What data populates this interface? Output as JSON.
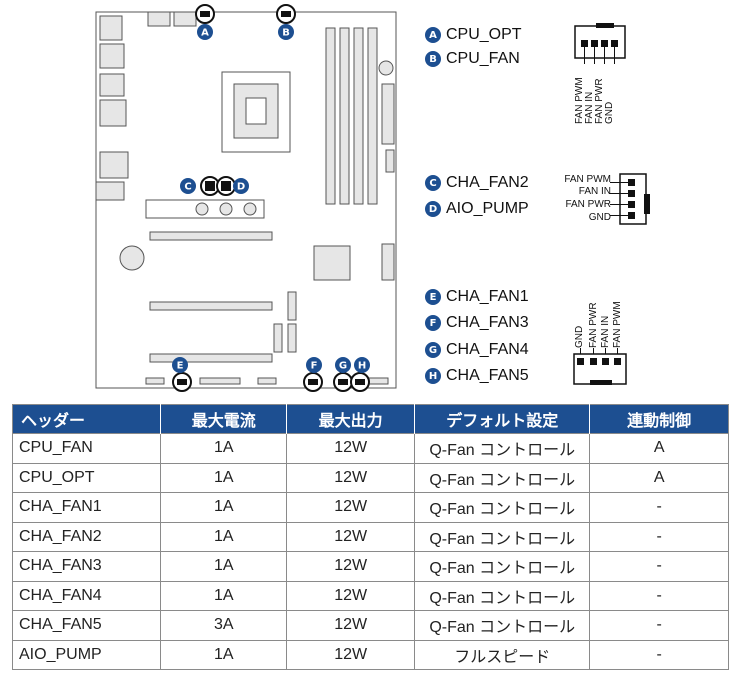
{
  "board": {
    "markers": [
      {
        "letter": "A",
        "connector": "CPU_OPT"
      },
      {
        "letter": "B",
        "connector": "CPU_FAN"
      },
      {
        "letter": "C",
        "connector": "CHA_FAN2"
      },
      {
        "letter": "D",
        "connector": "AIO_PUMP"
      },
      {
        "letter": "E",
        "connector": "CHA_FAN1"
      },
      {
        "letter": "F",
        "connector": "CHA_FAN3"
      },
      {
        "letter": "G",
        "connector": "CHA_FAN4"
      },
      {
        "letter": "H",
        "connector": "CHA_FAN5"
      }
    ]
  },
  "legend": {
    "group1": [
      {
        "letter": "A",
        "label": "CPU_OPT"
      },
      {
        "letter": "B",
        "label": "CPU_FAN"
      }
    ],
    "group2": [
      {
        "letter": "C",
        "label": "CHA_FAN2"
      },
      {
        "letter": "D",
        "label": "AIO_PUMP"
      }
    ],
    "group3": [
      {
        "letter": "E",
        "label": "CHA_FAN1"
      },
      {
        "letter": "F",
        "label": "CHA_FAN3"
      },
      {
        "letter": "G",
        "label": "CHA_FAN4"
      },
      {
        "letter": "H",
        "label": "CHA_FAN5"
      }
    ]
  },
  "pinouts": {
    "vertical_top": [
      "FAN PWM",
      "FAN IN",
      "FAN PWR",
      "GND"
    ],
    "horizontal": [
      "FAN PWM",
      "FAN IN",
      "FAN PWR",
      "GND"
    ],
    "vertical_bottom": [
      "GND",
      "FAN PWR",
      "FAN IN",
      "FAN PWM"
    ]
  },
  "table": {
    "headers": [
      "ヘッダー",
      "最大電流",
      "最大出力",
      "デフォルト設定",
      "連動制御"
    ],
    "rows": [
      [
        "CPU_FAN",
        "1A",
        "12W",
        "Q-Fan コントロール",
        "A"
      ],
      [
        "CPU_OPT",
        "1A",
        "12W",
        "Q-Fan コントロール",
        "A"
      ],
      [
        "CHA_FAN1",
        "1A",
        "12W",
        "Q-Fan コントロール",
        "-"
      ],
      [
        "CHA_FAN2",
        "1A",
        "12W",
        "Q-Fan コントロール",
        "-"
      ],
      [
        "CHA_FAN3",
        "1A",
        "12W",
        "Q-Fan コントロール",
        "-"
      ],
      [
        "CHA_FAN4",
        "1A",
        "12W",
        "Q-Fan コントロール",
        "-"
      ],
      [
        "CHA_FAN5",
        "3A",
        "12W",
        "Q-Fan コントロール",
        "-"
      ],
      [
        "AIO_PUMP",
        "1A",
        "12W",
        "フルスピード",
        "-"
      ]
    ]
  },
  "colors": {
    "accent": "#1d4f91",
    "board_line": "#555555",
    "part_fill": "#e6e6e6"
  }
}
